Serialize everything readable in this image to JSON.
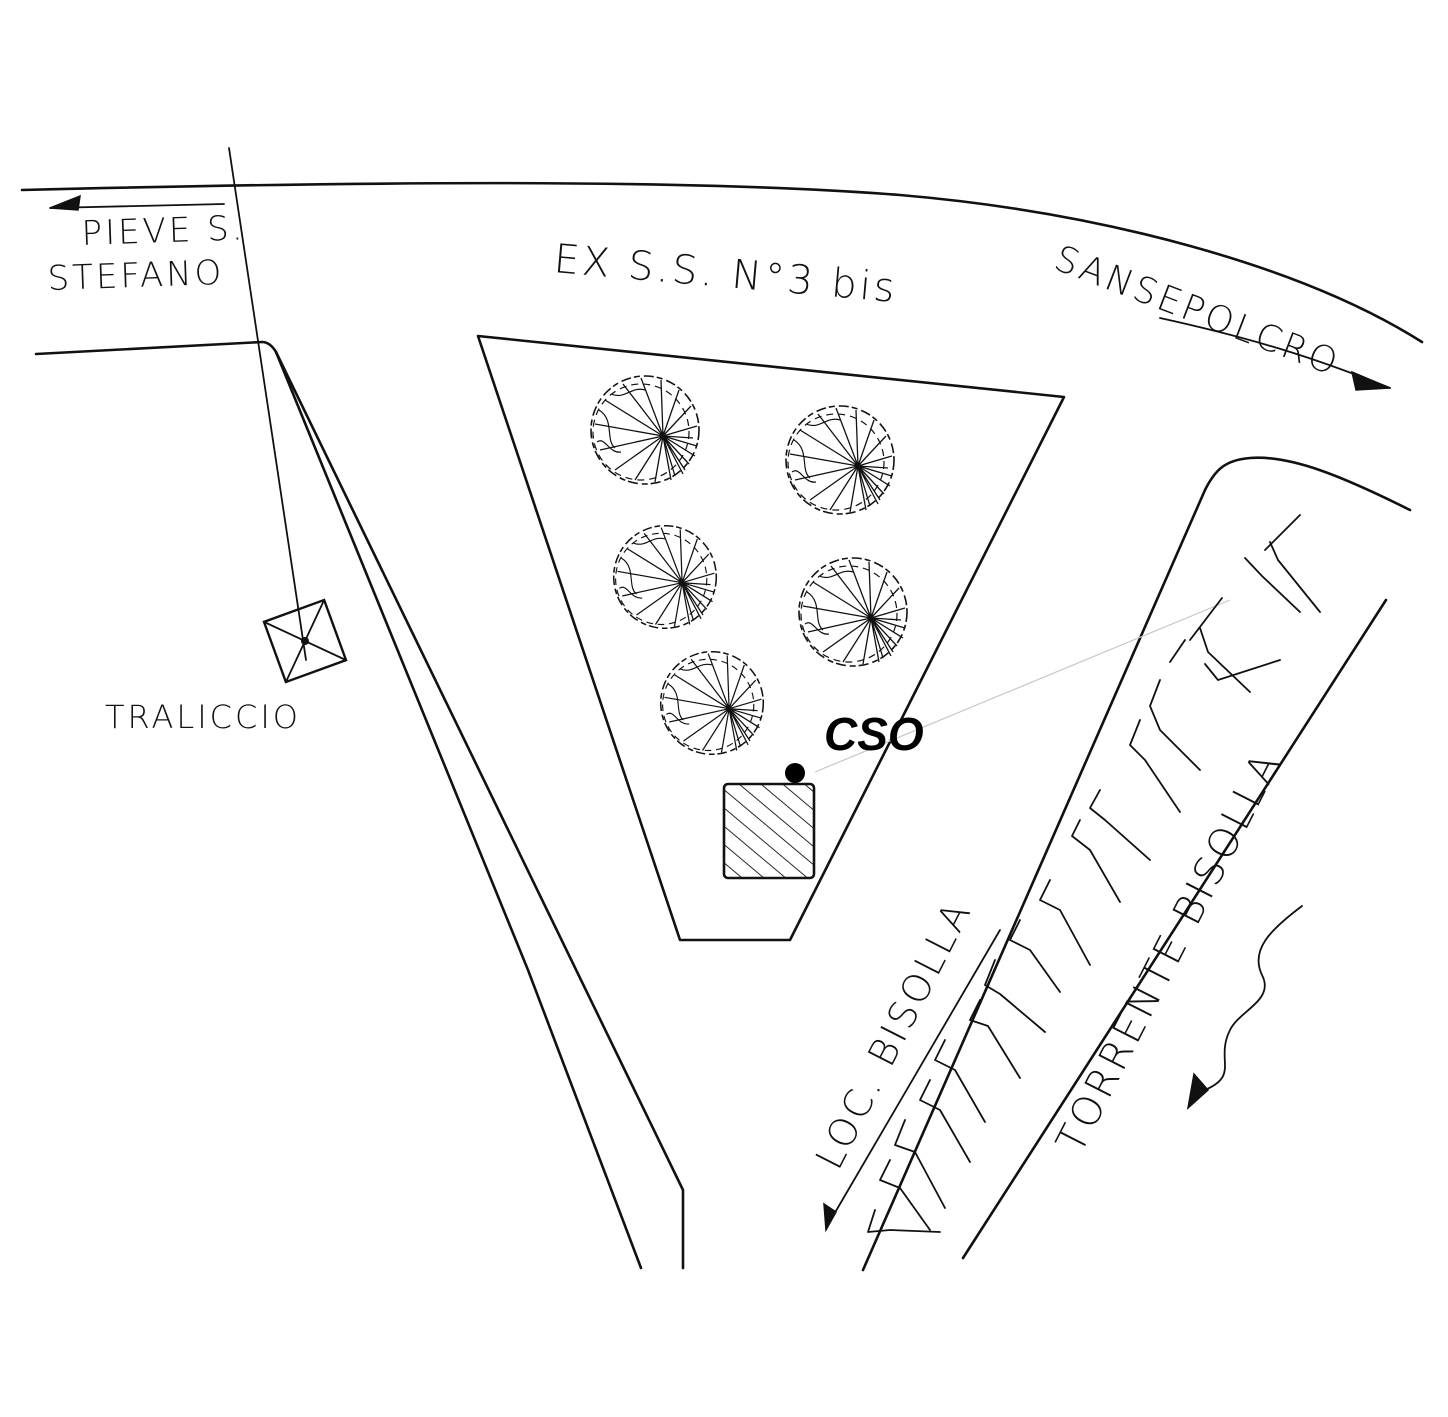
{
  "map": {
    "labels": {
      "pieve_line1": "PIEVE  S.",
      "pieve_line2": "STEFANO",
      "road": "EX S.S. N°3 bis",
      "sansepolcro": "SANSEPOLCRO",
      "traliccio": "TRALICCIO",
      "cso": "CSO",
      "loc_bisolla": "LOC. BISOLLA",
      "torrente": "TORRENTE BISOLLA"
    },
    "icons": [
      "arrow-left-icon",
      "arrow-right-icon",
      "arrow-down-icon",
      "pylon-icon",
      "tree-icon",
      "building-icon",
      "point-marker-icon",
      "river-flow-arrow-icon"
    ],
    "colors": {
      "ink": "#111111",
      "background": "#ffffff"
    }
  }
}
